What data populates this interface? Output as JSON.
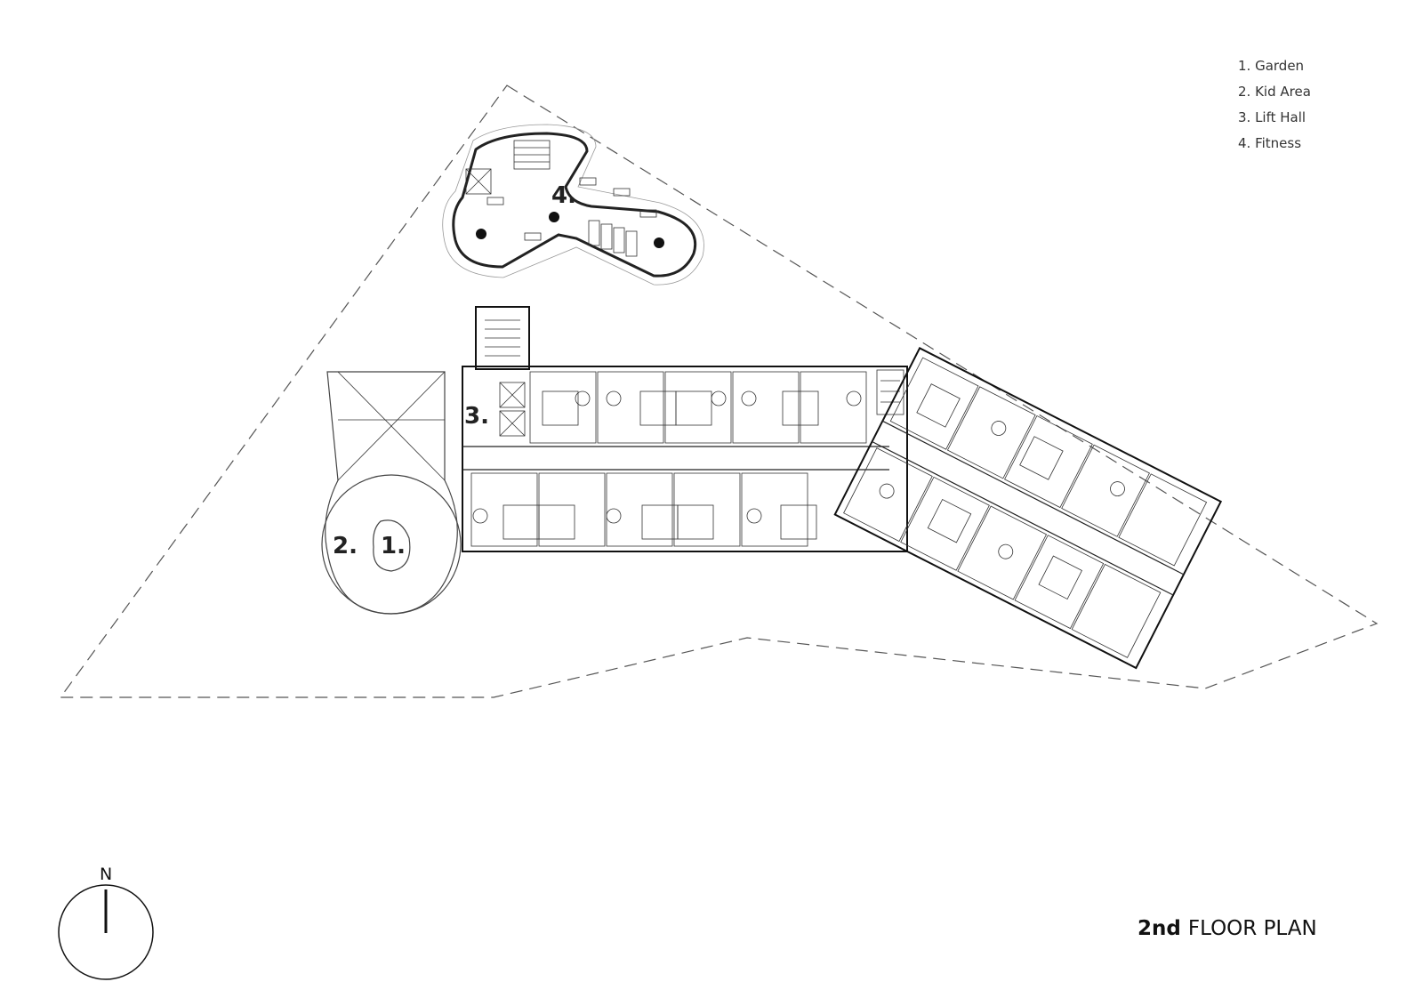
{
  "legend": {
    "items": [
      "1. Garden",
      "2. Kid Area",
      "3. Lift Hall",
      "4. Fitness"
    ]
  },
  "plan_labels": {
    "garden": "1.",
    "kid_area": "2.",
    "lift_hall": "3.",
    "fitness": "4."
  },
  "title": {
    "level": "2nd",
    "name": "FLOOR PLAN"
  },
  "compass": {
    "north": "N"
  }
}
